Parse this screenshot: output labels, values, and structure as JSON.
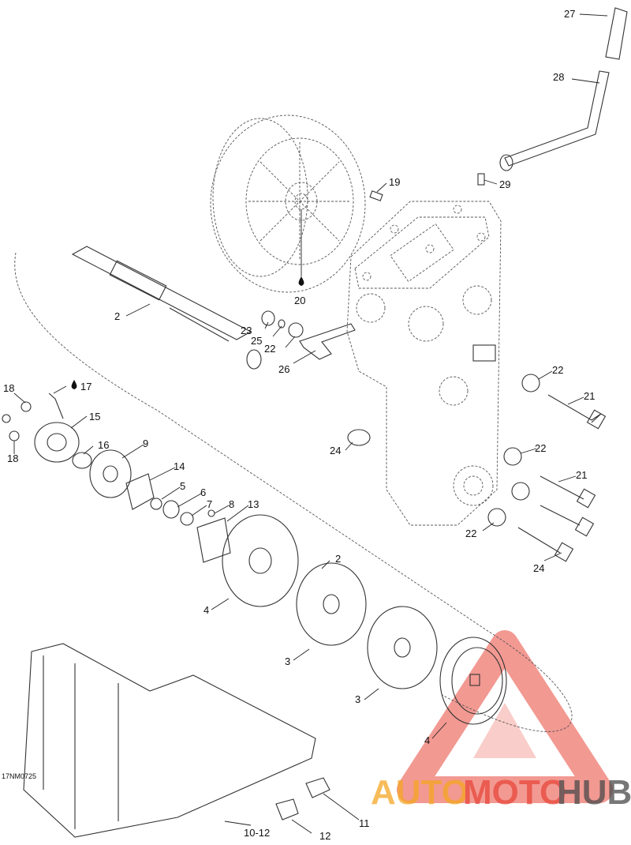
{
  "diagram_code": "17NM0725",
  "callouts": [
    "27",
    "28",
    "19",
    "29",
    "20",
    "2",
    "23",
    "25",
    "22",
    "26",
    "22",
    "21",
    "17",
    "18",
    "15",
    "18",
    "16",
    "9",
    "24",
    "22",
    "14",
    "5",
    "21",
    "6",
    "7",
    "8",
    "13",
    "22",
    "2",
    "24",
    "4",
    "3",
    "3",
    "4",
    "11",
    "10-12",
    "12"
  ],
  "watermark": {
    "part1": "AUTO",
    "part2": "MOTO",
    "part3": "HUB",
    "color_orange": "#f5a623",
    "color_red": "#e8473a",
    "color_dark": "#4a4a4a"
  },
  "colors": {
    "line": "#333333",
    "background": "#ffffff"
  }
}
